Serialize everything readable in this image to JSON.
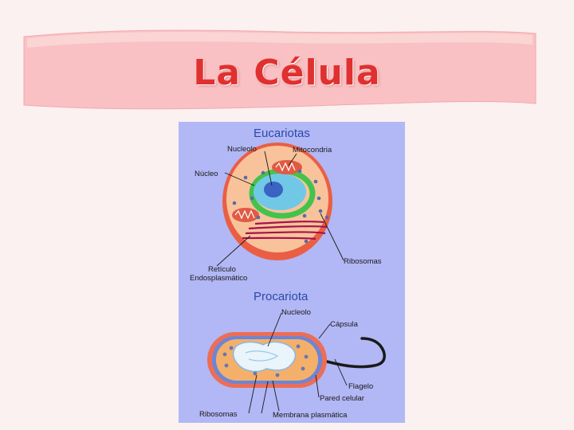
{
  "title": "La Célula",
  "colors": {
    "banner": "#f9c1c3",
    "title": "#e03030",
    "panel": "#b2b7f5",
    "section_title": "#2c49a8"
  },
  "eukaryote": {
    "heading": "Eucariotas",
    "labels": {
      "nucleolo": "Nucleolo",
      "mitocondria": "Mitocondria",
      "nucleo": "Núcleo",
      "reticulo_1": "Retículo",
      "reticulo_2": "Endosplasmático",
      "ribosomas": "Ribosomas"
    }
  },
  "prokaryote": {
    "heading": "Procariota",
    "labels": {
      "nucleolo": "Nucleolo",
      "capsula": "Cápsula",
      "flagelo": "Flagelo",
      "pared": "Pared celular",
      "ribosomas": "Ribosomas",
      "membrana": "Membrana plasmática"
    }
  }
}
